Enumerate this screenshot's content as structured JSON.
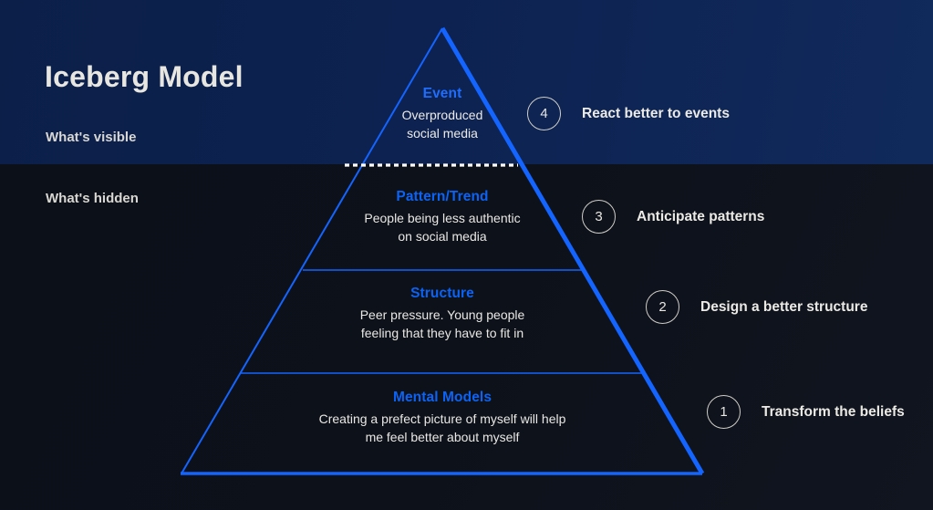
{
  "header": {
    "title": "Iceberg Model",
    "visible_label": "What's visible",
    "hidden_label": "What's hidden"
  },
  "theme": {
    "band_visible_bg": "#0d2250",
    "band_hidden_bg": "#0d111a",
    "accent_blue": "#0b63f6",
    "accent_blue_bright": "#1f6dff",
    "text_light": "#e9e8e4",
    "badge_stroke": "#cfcdc7",
    "waterline": "#ffffff"
  },
  "pyramid": {
    "layers": [
      {
        "id": "event",
        "heading": "Event",
        "body_line1": "Overproduced",
        "body_line2": "social media"
      },
      {
        "id": "pattern-trend",
        "heading": "Pattern/Trend",
        "body_line1": "People being less authentic",
        "body_line2": "on social media"
      },
      {
        "id": "structure",
        "heading": "Structure",
        "body_line1": "Peer pressure. Young people",
        "body_line2": "feeling that they have to fit in"
      },
      {
        "id": "mental-models",
        "heading": "Mental Models",
        "body_line1": "Creating a prefect picture of myself will help",
        "body_line2": "me feel better about myself"
      }
    ]
  },
  "steps": [
    {
      "number": "4",
      "label": "React better to events"
    },
    {
      "number": "3",
      "label": "Anticipate patterns"
    },
    {
      "number": "2",
      "label": "Design a better structure"
    },
    {
      "number": "1",
      "label": "Transform the beliefs"
    }
  ]
}
